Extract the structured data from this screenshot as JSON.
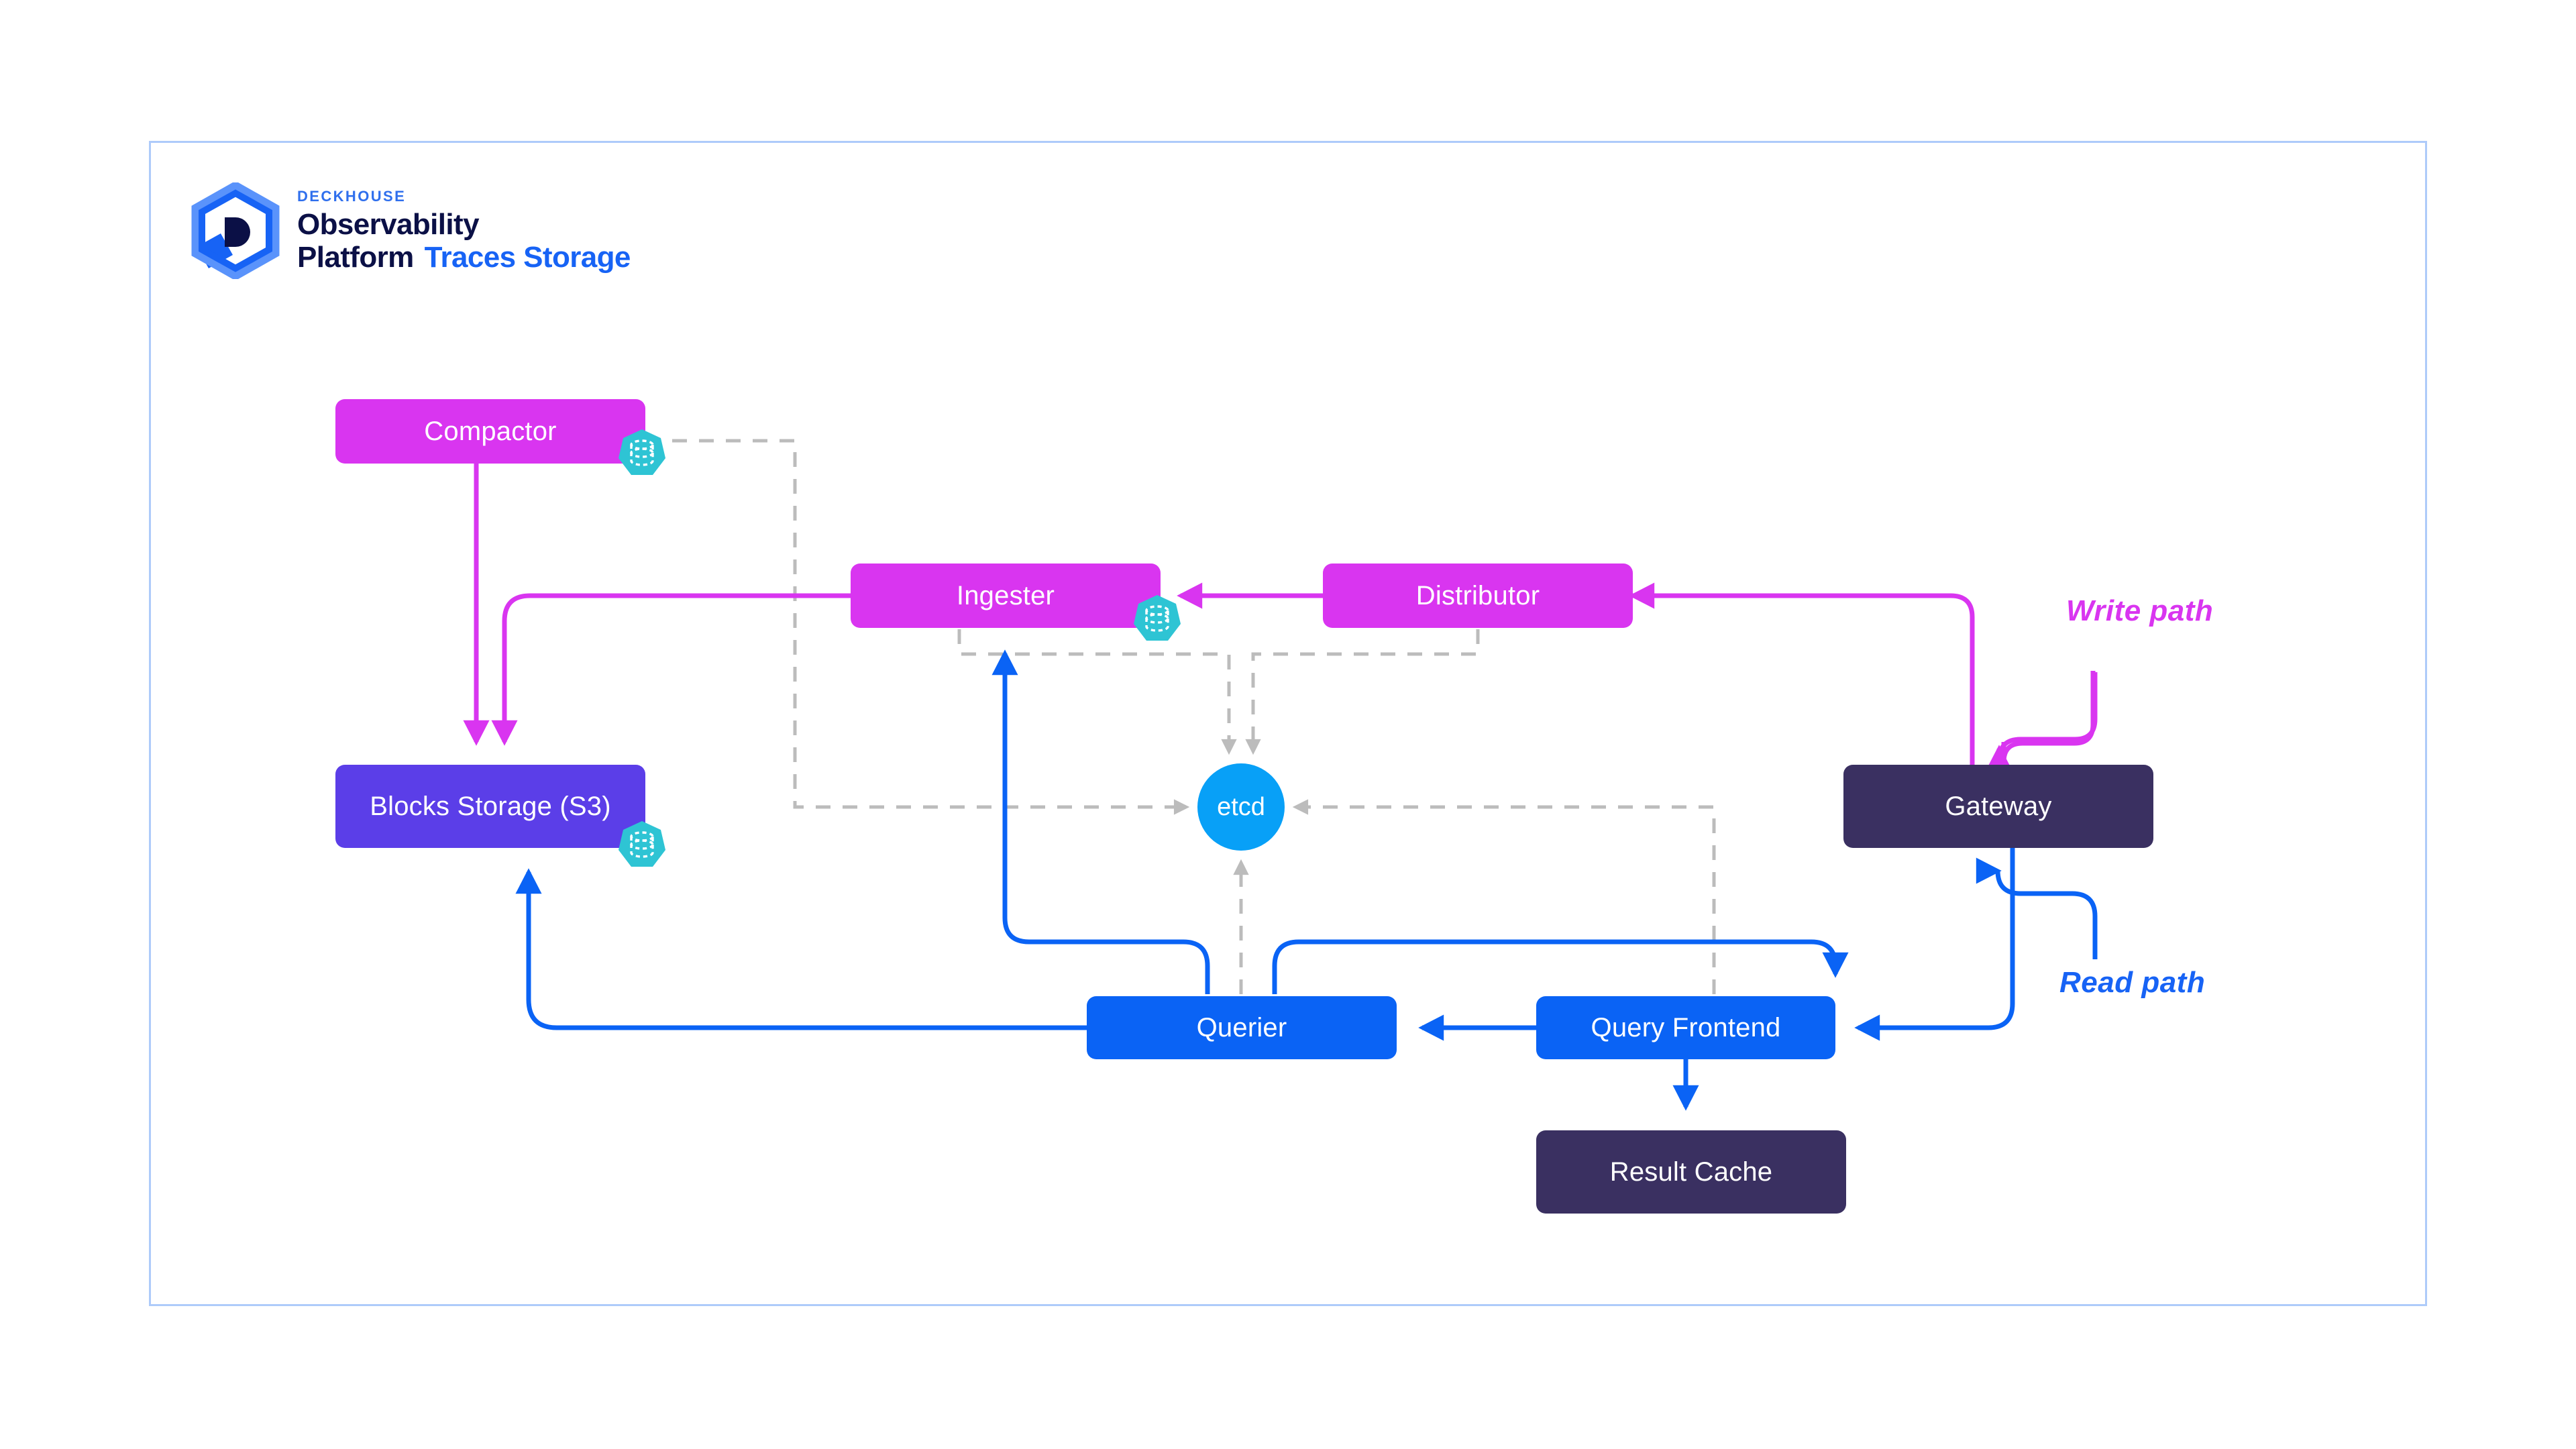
{
  "brand": {
    "eyebrow": "DECKHOUSE",
    "line1": "Observability",
    "line2": "Platform",
    "product": "Traces Storage",
    "logo_icon": "deckhouse-hexagon-d-logo",
    "colors": {
      "eyebrow": "#2f6fed",
      "wordmark": "#0b1046",
      "product": "#1763f5"
    }
  },
  "diagram": {
    "type": "architecture-flow",
    "frame_border_color": "#aecbfa",
    "legend": [
      {
        "id": "write-path",
        "label": "Write path",
        "color": "#d935f0"
      },
      {
        "id": "read-path",
        "label": "Read path",
        "color": "#1763f5"
      }
    ],
    "node_colors": {
      "magenta": "#d935f0",
      "indigo": "#5b3ee8",
      "dark": "#3a3061",
      "blue": "#0a63f5",
      "etcd": "#08a0f7",
      "badge_teal": "#2ec4d4",
      "dashed_gray": "#bcbcbc"
    },
    "nodes": [
      {
        "id": "compactor",
        "label": "Compactor",
        "color": "magenta",
        "badge": "storage-volume-badge"
      },
      {
        "id": "ingester",
        "label": "Ingester",
        "color": "magenta",
        "badge": "storage-volume-badge"
      },
      {
        "id": "distributor",
        "label": "Distributor",
        "color": "magenta",
        "badge": null
      },
      {
        "id": "blocks",
        "label": "Blocks Storage (S3)",
        "color": "indigo",
        "badge": "storage-volume-badge"
      },
      {
        "id": "gateway",
        "label": "Gateway",
        "color": "dark",
        "badge": null
      },
      {
        "id": "querier",
        "label": "Querier",
        "color": "blue",
        "badge": null
      },
      {
        "id": "query-frontend",
        "label": "Query Frontend",
        "color": "blue",
        "badge": null
      },
      {
        "id": "result-cache",
        "label": "Result Cache",
        "color": "dark",
        "badge": null
      },
      {
        "id": "etcd",
        "label": "etcd",
        "color": "etcd",
        "badge": null
      }
    ],
    "edges": [
      {
        "from": "gateway",
        "to": "distributor",
        "kind": "write"
      },
      {
        "from": "distributor",
        "to": "ingester",
        "kind": "write"
      },
      {
        "from": "ingester",
        "to": "blocks",
        "kind": "write"
      },
      {
        "from": "compactor",
        "to": "blocks",
        "kind": "write"
      },
      {
        "from": "gateway",
        "to": "query-frontend",
        "kind": "read"
      },
      {
        "from": "query-frontend",
        "to": "querier",
        "kind": "read"
      },
      {
        "from": "query-frontend",
        "to": "result-cache",
        "kind": "read"
      },
      {
        "from": "querier",
        "to": "ingester",
        "kind": "read"
      },
      {
        "from": "querier",
        "to": "blocks",
        "kind": "read"
      },
      {
        "from": "querier",
        "to": "query-frontend",
        "kind": "read"
      },
      {
        "from": "compactor",
        "to": "etcd",
        "kind": "dashed"
      },
      {
        "from": "ingester",
        "to": "etcd",
        "kind": "dashed"
      },
      {
        "from": "distributor",
        "to": "etcd",
        "kind": "dashed"
      },
      {
        "from": "querier",
        "to": "etcd",
        "kind": "dashed"
      },
      {
        "from": "query-frontend",
        "to": "etcd",
        "kind": "dashed"
      }
    ]
  }
}
